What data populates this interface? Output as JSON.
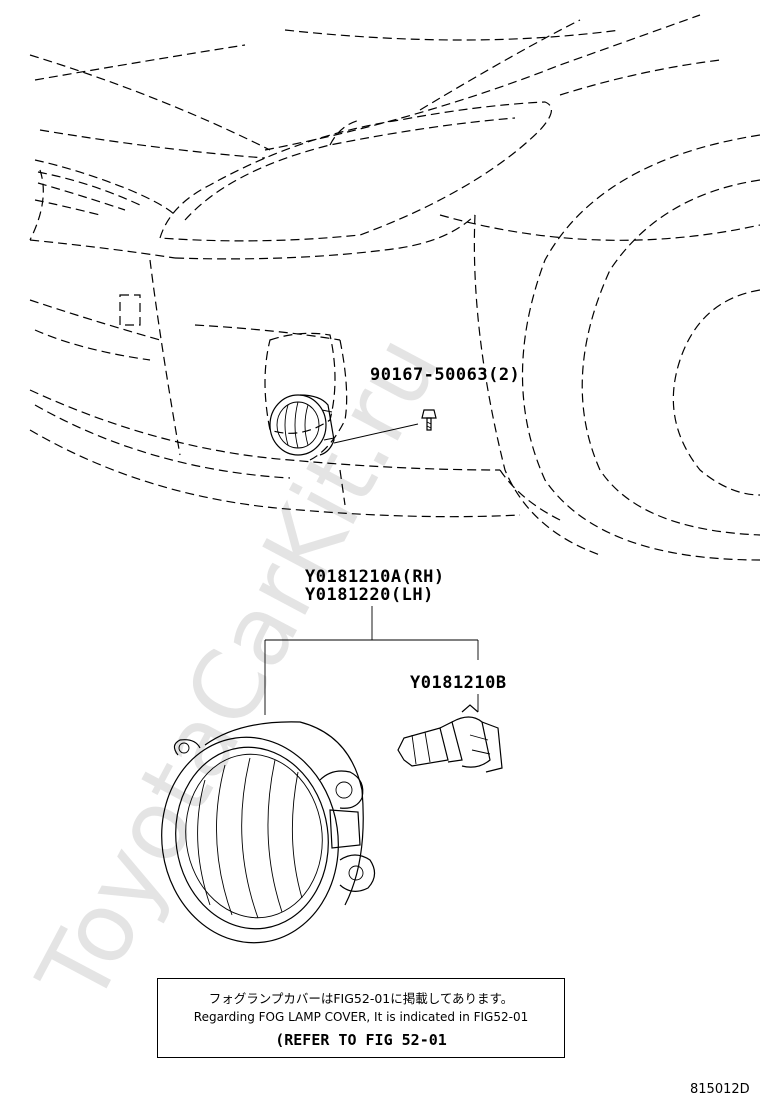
{
  "watermark": "ToyotaCarKit.ru",
  "parts": {
    "bolt": "90167-50063(2)",
    "fog_lamp_rh": "Y0181210A(RH)",
    "fog_lamp_lh": "Y0181220(LH)",
    "bulb": "Y0181210B"
  },
  "note": {
    "japanese": "フォグランプカバーはFIG52-01に掲載してあります。",
    "english": "Regarding FOG LAMP COVER, It is indicated in FIG52-01",
    "reference": "(REFER TO FIG 52-01"
  },
  "figure_code": "815012D"
}
